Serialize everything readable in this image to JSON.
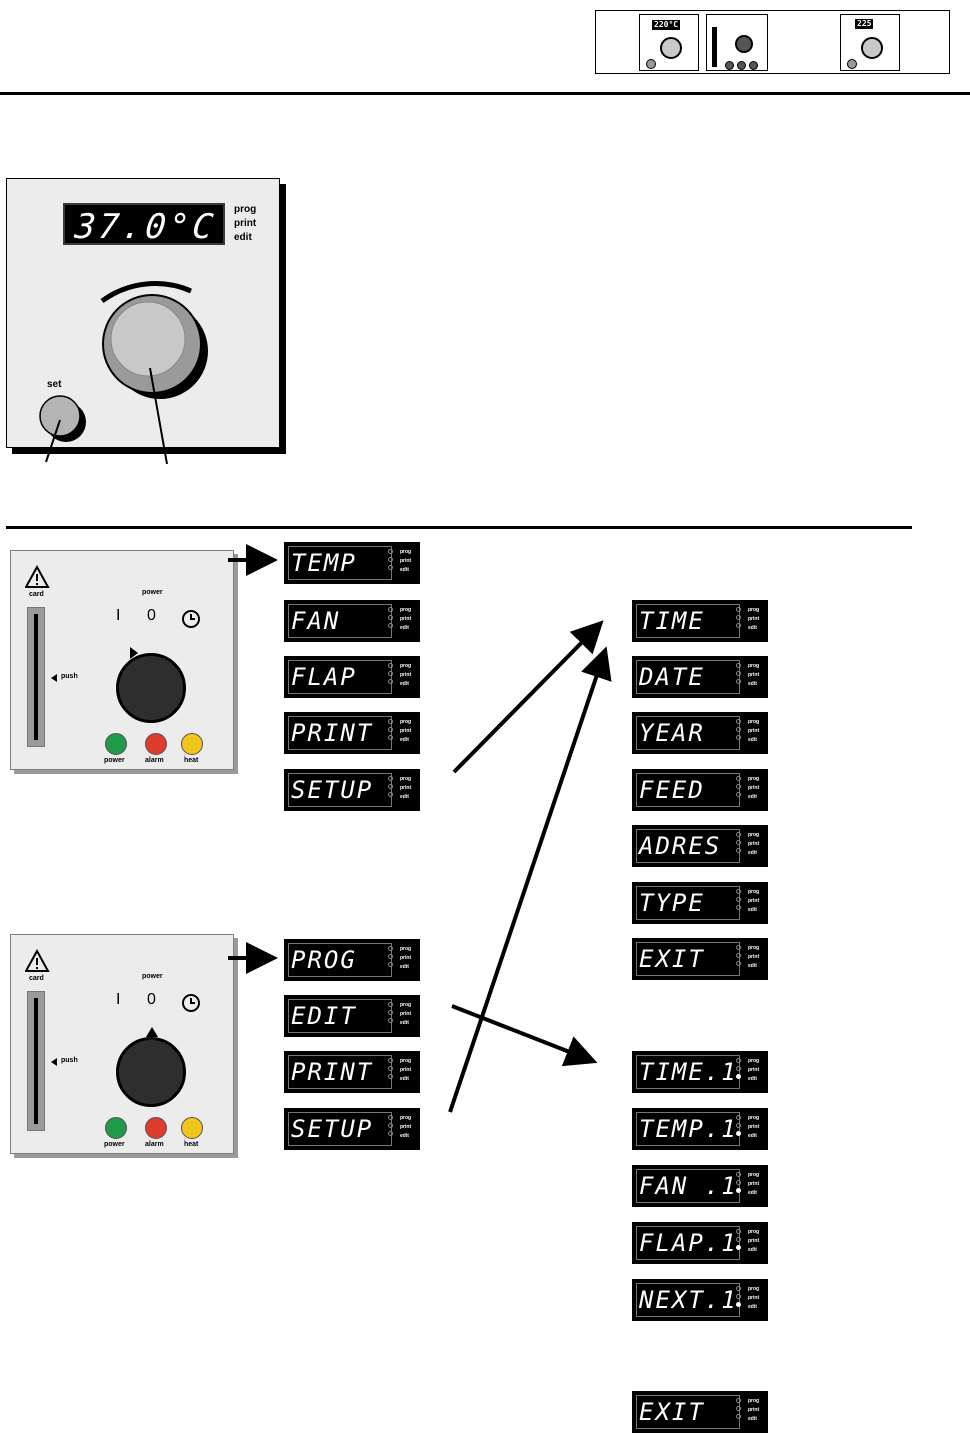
{
  "thumbnails": {
    "items": [
      {
        "display": "220°C"
      },
      {
        "display": ""
      },
      {
        "display": "225"
      }
    ]
  },
  "control_panel": {
    "display_value": "37.0°C",
    "indicators": [
      "prog",
      "print",
      "edit"
    ],
    "set_label": "set"
  },
  "mode_panel": {
    "card_label": "card",
    "power_label": "power",
    "switch_positions": [
      "I",
      "0"
    ],
    "push_label": "push",
    "leds": [
      {
        "label": "power",
        "color": "#1e9a4a"
      },
      {
        "label": "alarm",
        "color": "#e03a2f"
      },
      {
        "label": "heat",
        "color": "#f2c51c"
      }
    ]
  },
  "menu_manual": [
    "TEMP",
    "FAN",
    "FLAP",
    "PRINT",
    "SETUP"
  ],
  "menu_prog": [
    "PROG",
    "EDIT",
    "PRINT",
    "SETUP"
  ],
  "menu_setup": [
    "TIME",
    "DATE",
    "YEAR",
    "FEED",
    "ADRES",
    "TYPE",
    "EXIT"
  ],
  "menu_edit": [
    "TIME.1",
    "TEMP.1",
    "FAN .1",
    "FLAP.1",
    "NEXT.1",
    "EXIT"
  ],
  "indicator_tags": [
    "prog",
    "print",
    "edit"
  ],
  "colors": {
    "panel": "#ececec",
    "lcd": "#000000"
  }
}
